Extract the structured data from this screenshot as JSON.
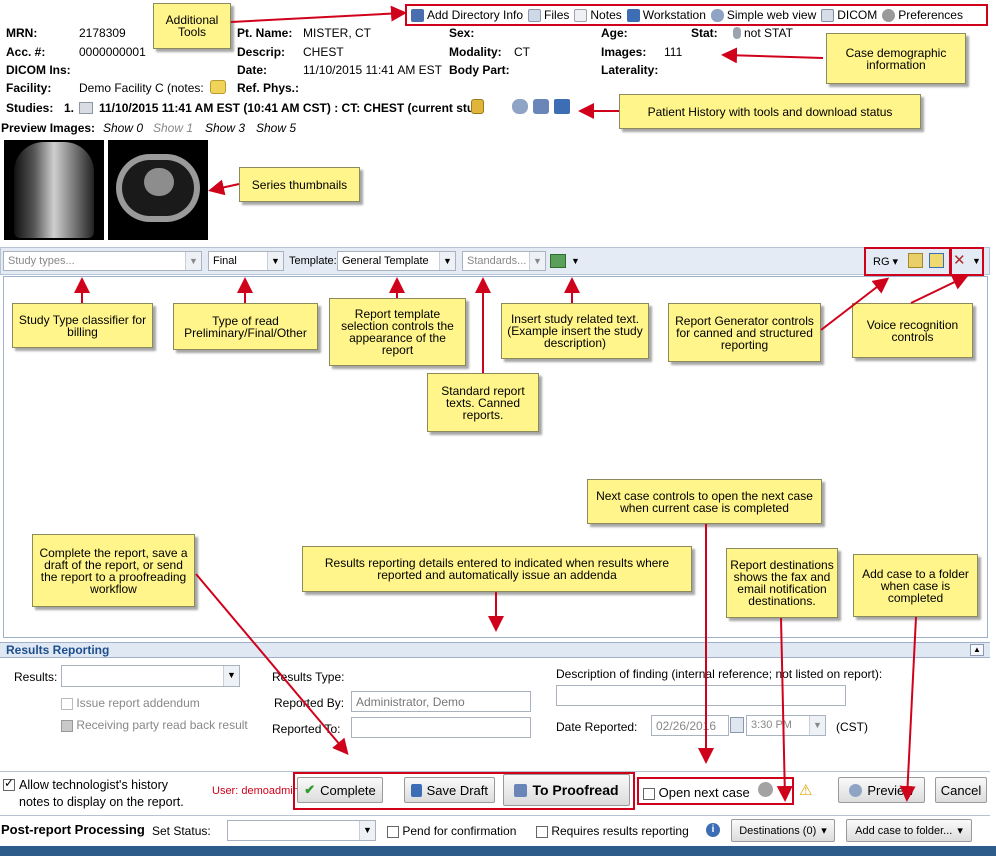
{
  "tools": {
    "add_directory_info": "Add Directory Info",
    "files": "Files",
    "notes": "Notes",
    "workstation": "Workstation",
    "simple_web_view": "Simple web view",
    "dicom": "DICOM",
    "preferences": "Preferences"
  },
  "demographics": {
    "mrn_label": "MRN:",
    "mrn": "2178309",
    "acc_label": "Acc. #:",
    "acc": "0000000001",
    "dicom_ins_label": "DICOM Ins:",
    "facility_label": "Facility:",
    "facility": "Demo Facility C (notes:",
    "pt_name_label": "Pt. Name:",
    "pt_name": "MISTER, CT",
    "descrip_label": "Descrip:",
    "descrip": "CHEST",
    "date_label": "Date:",
    "date": "11/10/2015 11:41 AM EST",
    "ref_phys_label": "Ref. Phys.:",
    "sex_label": "Sex:",
    "modality_label": "Modality:",
    "modality": "CT",
    "body_part_label": "Body Part:",
    "age_label": "Age:",
    "images_label": "Images:",
    "images": "111",
    "laterality_label": "Laterality:",
    "stat_label": "Stat:",
    "stat": "not STAT"
  },
  "studies": {
    "label": "Studies:",
    "index": "1.",
    "text": "11/10/2015 11:41 AM EST (10:41 AM CST) : CT: CHEST (current stu"
  },
  "preview": {
    "label": "Preview Images:",
    "options": [
      "Show 0",
      "Show 1",
      "Show 3",
      "Show 5"
    ]
  },
  "report_toolbar": {
    "study_types_placeholder": "Study types...",
    "read_type": "Final",
    "template_label": "Template:",
    "template": "General Template",
    "standards_placeholder": "Standards...",
    "rg_label": "RG"
  },
  "callouts": {
    "additional_tools": "Additional Tools",
    "case_demographic": "Case demographic information",
    "patient_history": "Patient History with tools and download status",
    "series_thumbnails": "Series thumbnails",
    "study_type": "Study Type classifier for billing",
    "type_of_read": "Type of read Preliminary/Final/Other",
    "report_template": "Report template selection controls the appearance of the report",
    "standard_texts": "Standard report texts. Canned reports.",
    "insert_study": "Insert study related text. (Example insert the study description)",
    "report_generator": "Report Generator controls for canned and structured reporting",
    "voice_recognition": "Voice recognition controls",
    "next_case": "Next case controls to open the next case when current case is completed",
    "complete_report": "Complete the report, save a draft of the report, or send the report to a proofreading workflow",
    "results_details": "Results reporting details entered to indicated when results where reported and automatically issue an addenda",
    "report_destinations": "Report destinations shows the fax and email notification destinations.",
    "add_case_folder": "Add case to a folder when case is completed"
  },
  "results": {
    "section_title": "Results Reporting",
    "results_label": "Results:",
    "issue_addendum": "Issue report addendum",
    "read_back": "Receiving party read back result",
    "results_type_label": "Results Type:",
    "reported_by_label": "Reported By:",
    "reported_by": "Administrator, Demo",
    "reported_to_label": "Reported To:",
    "description_label": "Description of finding (internal reference; not listed on report):",
    "date_reported_label": "Date Reported:",
    "date_reported": "02/26/2016",
    "time_reported": "3:30 PM",
    "timezone": "(CST)"
  },
  "actions": {
    "allow_history": "Allow technologist's history notes to display on the report.",
    "user_label": "User: demoadmin",
    "complete": "Complete",
    "save_draft": "Save Draft",
    "to_proofread": "To Proofread",
    "open_next_case": "Open next case",
    "preview": "Preview",
    "cancel": "Cancel"
  },
  "post_report": {
    "title": "Post-report Processing",
    "set_status_label": "Set Status:",
    "pend_confirmation": "Pend for confirmation",
    "requires_results": "Requires results reporting",
    "destinations": "Destinations (0)",
    "add_case_folder": "Add case to folder..."
  },
  "colors": {
    "callout_bg": "#fff58b",
    "highlight_red": "#d0021b",
    "toolbar_bg": "#e4ebf4",
    "section_title": "#1f4e8c"
  }
}
